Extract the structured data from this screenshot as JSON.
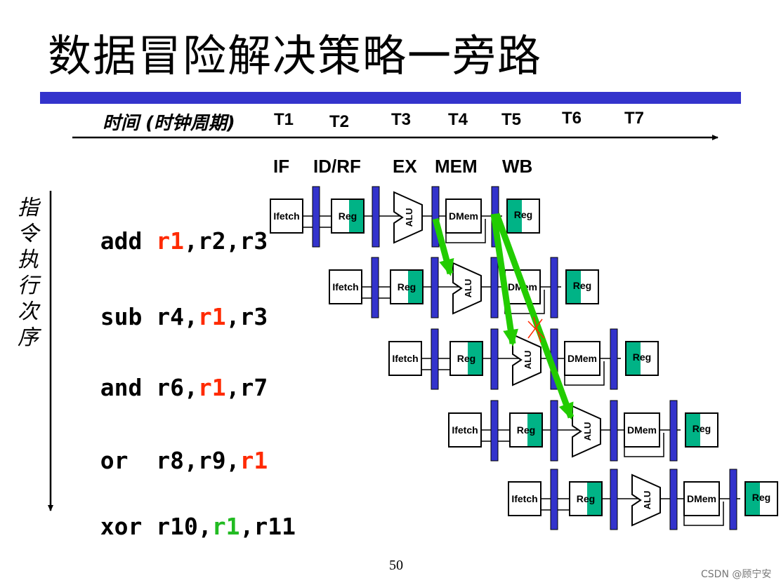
{
  "title": "数据冒险解决策略一旁路",
  "time_axis": {
    "label": "时间 (时钟周期)",
    "ticks": [
      "T1",
      "T2",
      "T3",
      "T4",
      "T5",
      "T6",
      "T7"
    ]
  },
  "stages": [
    "IF",
    "ID/RF",
    "EX",
    "MEM",
    "WB"
  ],
  "order_label": [
    "指",
    "令",
    "执",
    "行",
    "次",
    "序"
  ],
  "instructions": [
    {
      "op": "add",
      "a": "r1",
      "b": "r2",
      "c": "r3",
      "hl": "a",
      "hl_color": "red"
    },
    {
      "op": "sub",
      "a": "r4",
      "b": "r1",
      "c": "r3",
      "hl": "b",
      "hl_color": "red"
    },
    {
      "op": "and",
      "a": "r6",
      "b": "r1",
      "c": "r7",
      "hl": "b",
      "hl_color": "red"
    },
    {
      "op": "or ",
      "a": "r8",
      "b": "r9",
      "c": "r1",
      "hl": "c",
      "hl_color": "red"
    },
    {
      "op": "xor",
      "a": "r10",
      "b": "r1",
      "c": "r11",
      "hl": "b",
      "hl_color": "green"
    }
  ],
  "pipeline_labels": {
    "ifetch": "Ifetch",
    "reg": "Reg",
    "alu": "ALU",
    "dmem": "DMem"
  },
  "colors": {
    "title_bar": "#3333cc",
    "reg_green": "#00b386",
    "forward_arrow": "#22cc00",
    "highlight_red": "#ff2a00"
  },
  "page_number": "50",
  "watermark": "CSDN @顾宁安"
}
